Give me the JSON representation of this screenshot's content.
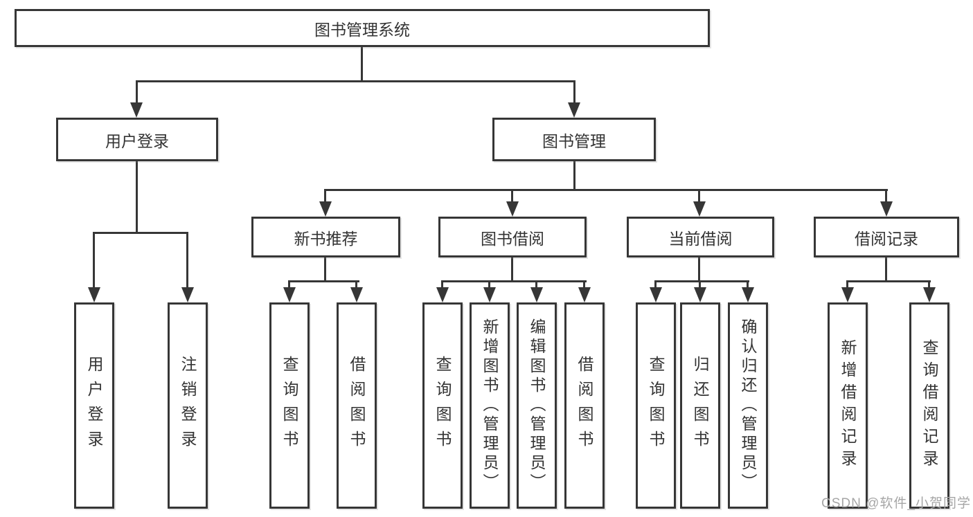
{
  "tree": {
    "root": "图书管理系统",
    "children": [
      {
        "label": "用户登录",
        "children": [
          "用户登录",
          "注销登录"
        ]
      },
      {
        "label": "图书管理",
        "children": [
          {
            "label": "新书推荐",
            "children": [
              "查询图书",
              "借阅图书"
            ]
          },
          {
            "label": "图书借阅",
            "children": [
              "查询图书",
              "新增图书（管理员）",
              "编辑图书（管理员）",
              "借阅图书"
            ]
          },
          {
            "label": "当前借阅",
            "children": [
              "查询图书",
              "归还图书",
              "确认归还（管理员）"
            ]
          },
          {
            "label": "借阅记录",
            "children": [
              "新增借阅记录",
              "查询借阅记录"
            ]
          }
        ]
      }
    ]
  },
  "watermark": "CSDN @软件_小贺同学",
  "colors": {
    "line": "#363636",
    "text": "#333333",
    "box_background": "#ffffff",
    "watermark": "#a6a6a6",
    "background": "#ffffff"
  }
}
